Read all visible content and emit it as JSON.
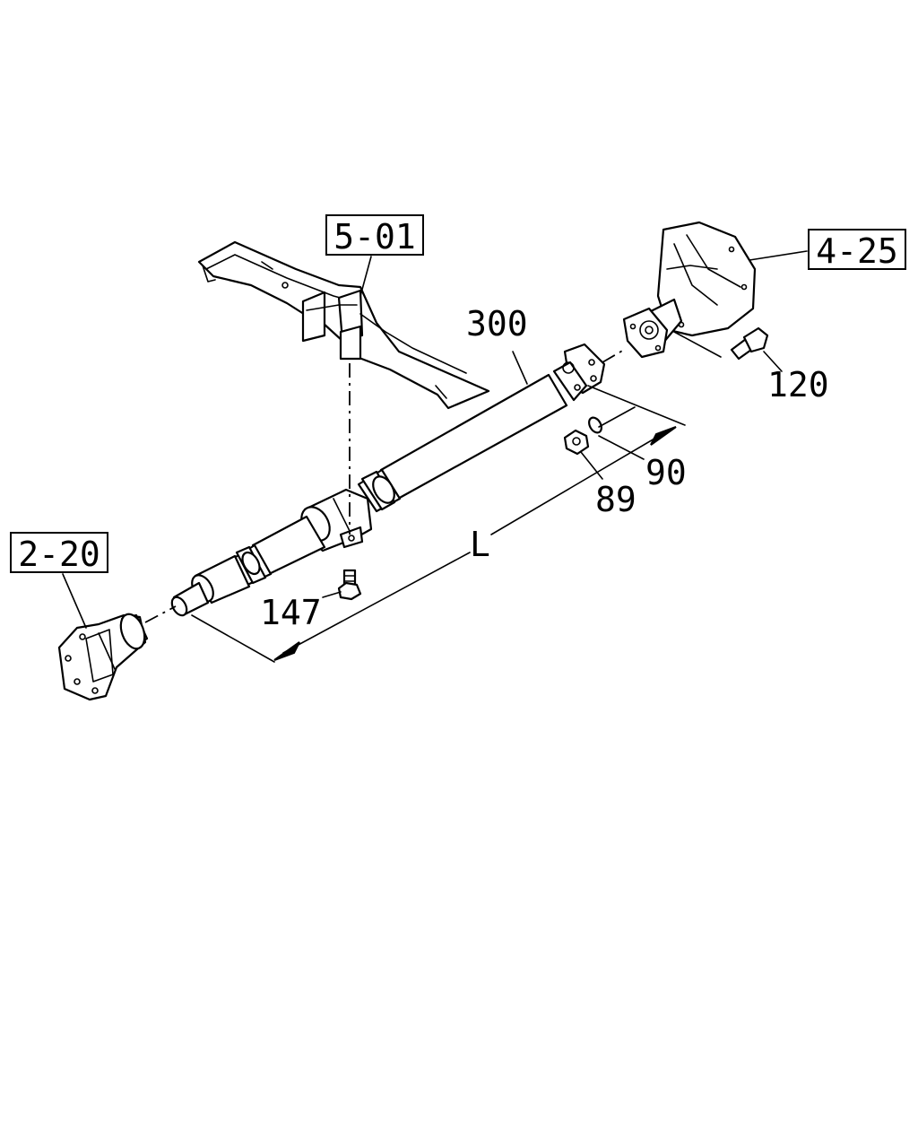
{
  "ref_boxes": {
    "frame": "5-01",
    "rear_axle": "4-25",
    "transmission": "2-20"
  },
  "parts": {
    "propeller_shaft": "300",
    "bolt_rear": "120",
    "washer": "90",
    "nut": "89",
    "bolt_center": "147"
  },
  "dimension": {
    "length_label": "L"
  }
}
